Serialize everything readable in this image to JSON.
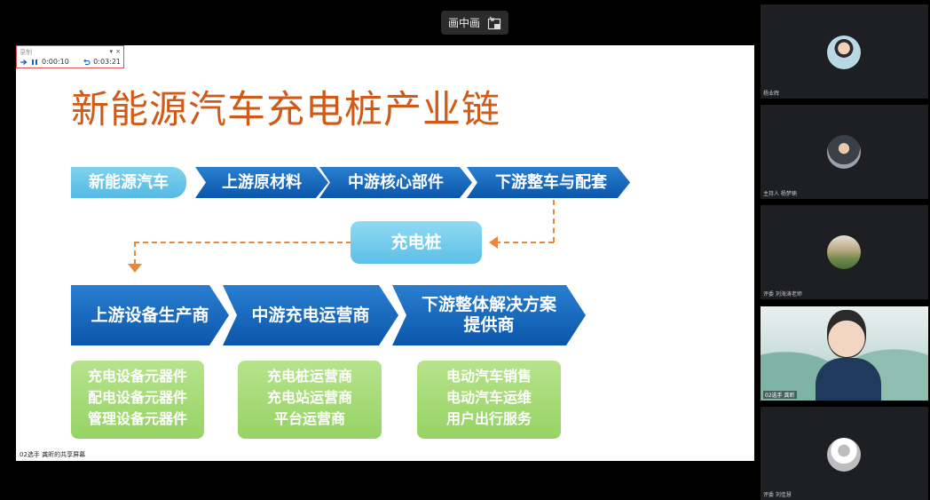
{
  "pip_label": "画中画",
  "share": {
    "caption": "02选手 龚昕的共享屏幕",
    "recorder": {
      "label": "录制",
      "elapsed": "0:00:10",
      "total": "0:03:21",
      "menu_glyph": "▾",
      "close_glyph": "×"
    },
    "slide": {
      "title": "新能源汽车充电桩产业链",
      "row1": [
        "新能源汽车",
        "上游原材料",
        "中游核心部件",
        "下游整车与配套"
      ],
      "center": "充电桩",
      "row2": [
        "上游设备生产商",
        "中游充电运营商",
        "下游整体解决方案\n提供商"
      ],
      "boxes": [
        [
          "充电设备元器件",
          "配电设备元器件",
          "管理设备元器件"
        ],
        [
          "充电桩运营商",
          "充电站运营商",
          "平台运营商"
        ],
        [
          "电动汽车销售",
          "电动汽车运维",
          "用户出行服务"
        ]
      ]
    }
  },
  "participants": [
    {
      "name": "杨业辉"
    },
    {
      "name": "主持人 杨梦楠"
    },
    {
      "name": "评委 刘海涛老师"
    },
    {
      "name": "02选手 龚昕"
    },
    {
      "name": "评委 刘佳慧"
    }
  ],
  "colors": {
    "title": "#d05a18",
    "arrow_blue": "#1466bd",
    "light_blue": "#63c3e8",
    "green": "#a6da78",
    "dash": "#e8883a"
  }
}
